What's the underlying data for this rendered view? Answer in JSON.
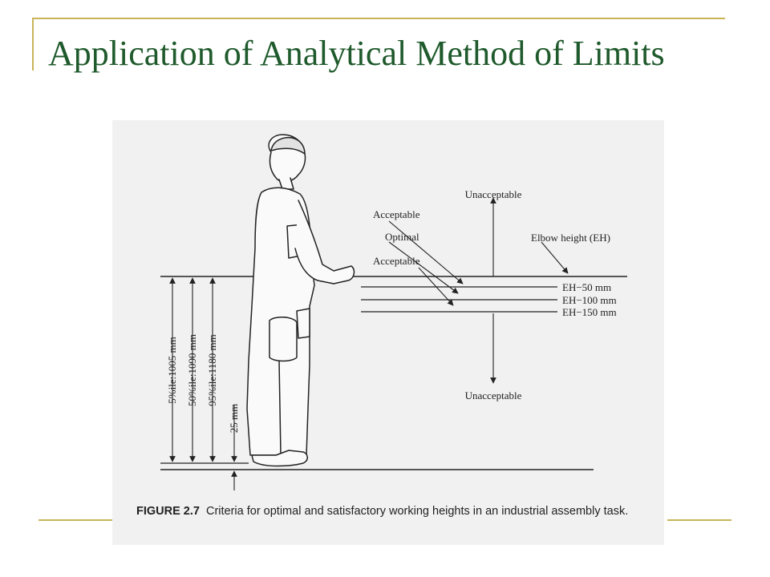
{
  "title": "Application of Analytical Method of Limits",
  "diagram": {
    "labels": {
      "unacceptable_top": "Unacceptable",
      "unacceptable_bottom": "Unacceptable",
      "acceptable_upper": "Acceptable",
      "optimal": "Optimal",
      "acceptable_lower": "Acceptable",
      "elbow_height": "Elbow height (EH)",
      "eh_50": "EH−50 mm",
      "eh_100": "EH−100 mm",
      "eh_150": "EH−150 mm",
      "p5": "5%ile:1005 mm",
      "p50": "50%ile:1090 mm",
      "p95": "95%ile:1180 mm",
      "shoe": "25 mm"
    }
  },
  "caption": {
    "label": "FIGURE 2.7",
    "text": "Criteria for optimal and satisfactory working heights in an industrial assembly task."
  },
  "colors": {
    "title": "#1f5a2c",
    "accent_lines": "#c9b458",
    "ink": "#222222"
  }
}
